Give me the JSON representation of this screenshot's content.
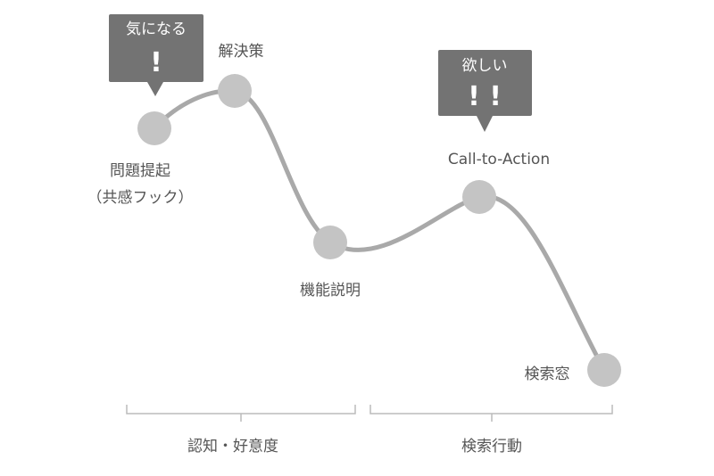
{
  "callouts": {
    "kininaru": {
      "label": "気になる",
      "mark": "!"
    },
    "hoshii": {
      "label": "欲しい",
      "mark": "! !"
    }
  },
  "stages": {
    "mondai_teiki": "問題提起",
    "kyokan_hook": "（共感フック）",
    "kaiketsusaku": "解決策",
    "kinou_setsumei": "機能説明",
    "cta": "Call-to-Action",
    "kensaku_mado": "検索窓"
  },
  "phases": {
    "awareness": "認知・好意度",
    "search_action": "検索行動"
  },
  "colors": {
    "curve": "#a9a9a9",
    "node": "#c4c4c4",
    "callout_bg": "#737373",
    "callout_text": "#ffffff",
    "text": "#555555",
    "bracket": "#bbbbbb"
  }
}
